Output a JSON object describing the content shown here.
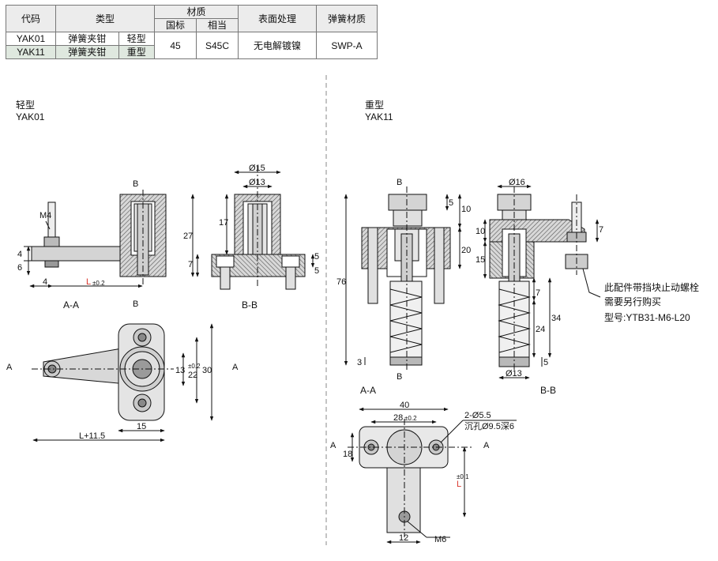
{
  "table": {
    "h_code": "代码",
    "h_type": "类型",
    "h_material": "材质",
    "h_surface": "表面处理",
    "h_spring": "弹簧材质",
    "h_gb": "国标",
    "h_equiv": "相当",
    "rows": [
      {
        "code": "YAK01",
        "type": "弹簧夹钳",
        "weight": "轻型"
      },
      {
        "code": "YAK11",
        "type": "弹簧夹钳",
        "weight": "重型"
      }
    ],
    "gb": "45",
    "equiv": "S45C",
    "surface": "无电解镀镍",
    "spring": "SWP-A"
  },
  "light": {
    "title": "轻型",
    "code": "YAK01",
    "dims": {
      "m4": "M4",
      "d15": "Ø15",
      "d13": "Ø13",
      "h27": "27",
      "h17": "17",
      "h7": "7",
      "h5": "5",
      "v4": "4",
      "v6": "6",
      "len4": "4",
      "L": "L",
      "Ltol": "±0.2",
      "B": "B",
      "v13": "13",
      "v22": "22",
      "v22tol": "±0.2",
      "v30": "30",
      "w15": "15",
      "L115": "L+11.5",
      "A": "A"
    },
    "view_aa": "A-A",
    "view_bb": "B-B"
  },
  "heavy": {
    "title": "重型",
    "code": "YAK11",
    "dims": {
      "d16": "Ø16",
      "v5": "5",
      "v10": "10",
      "v10b": "10",
      "v7": "7",
      "v76": "76",
      "v20": "20",
      "v15": "15",
      "v7b": "7",
      "v24": "24",
      "v34": "34",
      "v3": "3",
      "v5b": "5",
      "d13": "Ø13",
      "B": "B",
      "A": "A",
      "w40": "40",
      "w28": "28",
      "w28tol": "±0.2",
      "v18": "18",
      "holes": "2-Ø5.5",
      "cbore": "沉孔Ø9.5深6",
      "L": "L",
      "Ltol": "±0.1",
      "w12": "12",
      "m6": "M6"
    },
    "view_aa": "A-A",
    "view_bb": "B-B",
    "note": [
      "此配件带挡块止动螺栓",
      "需要另行购买",
      "型号:YTB31-M6-L20"
    ]
  },
  "colors": {
    "accent": "#d9342b",
    "hatch": "#555555",
    "fill": "#d0d0d0",
    "dark": "#8c8c8c"
  }
}
